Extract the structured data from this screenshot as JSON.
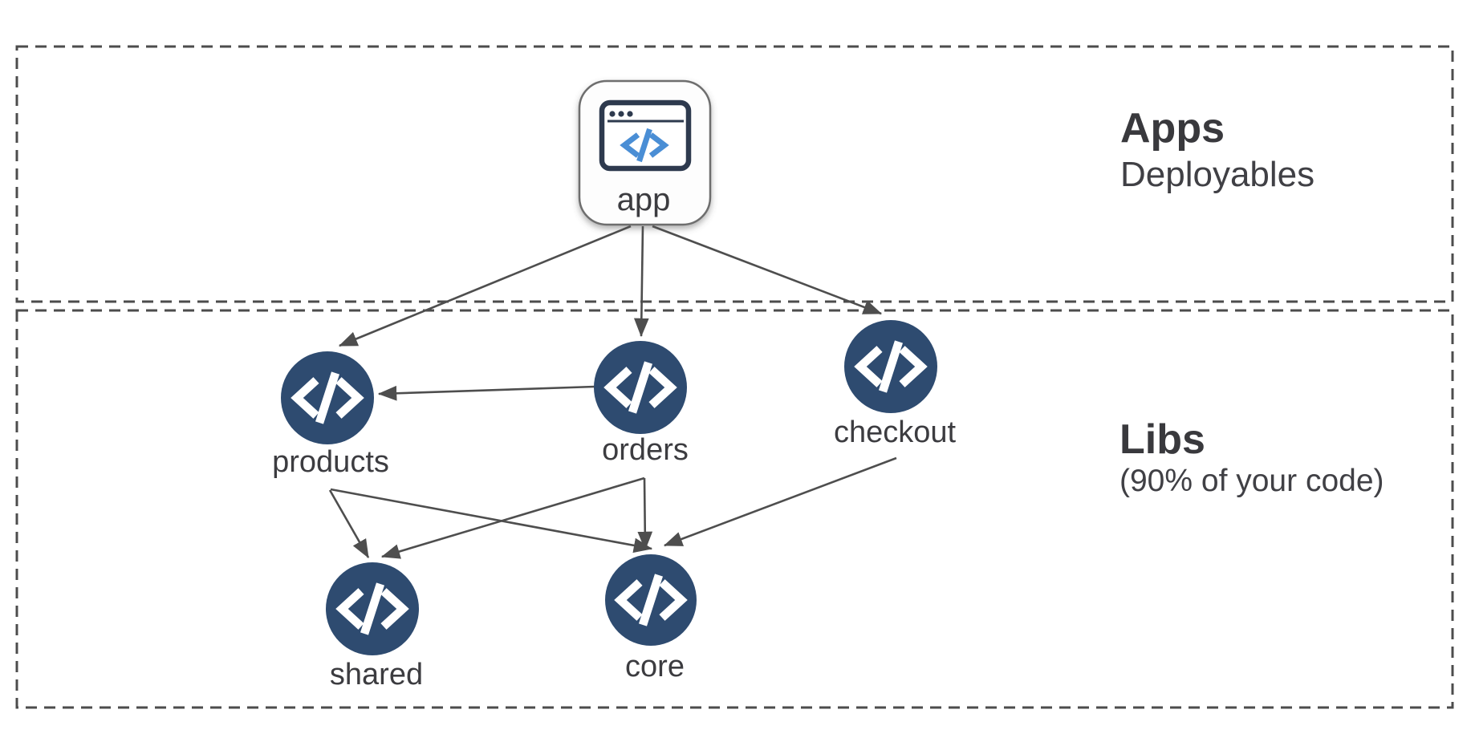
{
  "sections": {
    "apps": {
      "title": "Apps",
      "subtitle": "Deployables"
    },
    "libs": {
      "title": "Libs",
      "subtitle": "(90% of your code)"
    }
  },
  "nodes": {
    "app": {
      "label": "app"
    },
    "products": {
      "label": "products"
    },
    "orders": {
      "label": "orders"
    },
    "checkout": {
      "label": "checkout"
    },
    "shared": {
      "label": "shared"
    },
    "core": {
      "label": "core"
    }
  },
  "edges": [
    {
      "from": "app",
      "to": "products"
    },
    {
      "from": "app",
      "to": "orders"
    },
    {
      "from": "app",
      "to": "checkout"
    },
    {
      "from": "orders",
      "to": "products"
    },
    {
      "from": "products",
      "to": "shared"
    },
    {
      "from": "products",
      "to": "core"
    },
    {
      "from": "orders",
      "to": "shared"
    },
    {
      "from": "orders",
      "to": "core"
    },
    {
      "from": "checkout",
      "to": "core"
    }
  ],
  "icons": {
    "app": "browser-code-icon",
    "library": "code-icon"
  },
  "colors": {
    "lib_node_fill": "#2e4b70",
    "app_icon_frame": "#2e3a4e",
    "app_icon_code_blue": "#4a8ed5",
    "edge_line": "#4e4e4e",
    "section_border": "#4c4c4c",
    "label_text": "#3c3c40"
  }
}
